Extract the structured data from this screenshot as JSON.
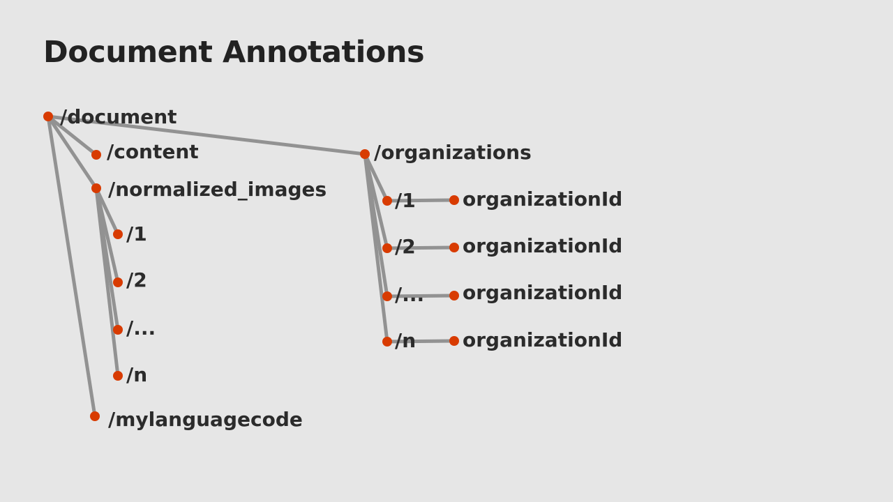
{
  "slide": {
    "title": "Document Annotations"
  },
  "tree": {
    "colors": {
      "edge": "#929292",
      "node": "#d83b01",
      "text": "#2b2b2b"
    },
    "nodes": [
      {
        "id": "document",
        "label": "/document"
      },
      {
        "id": "content",
        "label": "/content"
      },
      {
        "id": "normalized_images",
        "label": "/normalized_images"
      },
      {
        "id": "img_1",
        "label": "/1"
      },
      {
        "id": "img_2",
        "label": "/2"
      },
      {
        "id": "img_dots",
        "label": "/..."
      },
      {
        "id": "img_n",
        "label": "/n"
      },
      {
        "id": "mylanguagecode",
        "label": "/mylanguagecode"
      },
      {
        "id": "organizations",
        "label": "/organizations"
      },
      {
        "id": "org_1",
        "label": "/1"
      },
      {
        "id": "org_2",
        "label": "/2"
      },
      {
        "id": "org_dots",
        "label": "/..."
      },
      {
        "id": "org_n",
        "label": "/n"
      },
      {
        "id": "orgid_1",
        "label": "organizationId"
      },
      {
        "id": "orgid_2",
        "label": "organizationId"
      },
      {
        "id": "orgid_dots",
        "label": "organizationId"
      },
      {
        "id": "orgid_n",
        "label": "organizationId"
      }
    ],
    "edges": [
      [
        "document",
        "content"
      ],
      [
        "document",
        "normalized_images"
      ],
      [
        "document",
        "mylanguagecode"
      ],
      [
        "document",
        "organizations"
      ],
      [
        "normalized_images",
        "img_1"
      ],
      [
        "normalized_images",
        "img_2"
      ],
      [
        "normalized_images",
        "img_dots"
      ],
      [
        "normalized_images",
        "img_n"
      ],
      [
        "organizations",
        "org_1"
      ],
      [
        "organizations",
        "org_2"
      ],
      [
        "organizations",
        "org_dots"
      ],
      [
        "organizations",
        "org_n"
      ],
      [
        "org_1",
        "orgid_1"
      ],
      [
        "org_2",
        "orgid_2"
      ],
      [
        "org_dots",
        "orgid_dots"
      ],
      [
        "org_n",
        "orgid_n"
      ]
    ]
  }
}
